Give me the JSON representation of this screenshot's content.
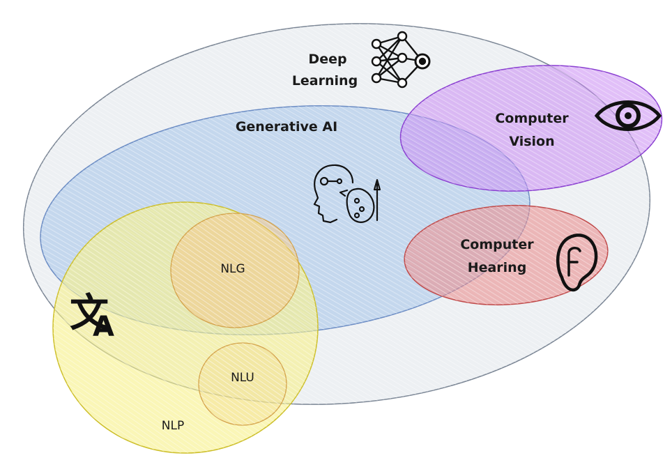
{
  "labels": {
    "deep_learning_line1": "Deep",
    "deep_learning_line2": "Learning",
    "generative_ai": "Generative AI",
    "computer_vision_line1": "Computer",
    "computer_vision_line2": "Vision",
    "computer_hearing_line1": "Computer",
    "computer_hearing_line2": "Hearing",
    "nlg": "NLG",
    "nlu": "NLU",
    "nlp": "NLP",
    "translate_glyph_1": "文",
    "translate_glyph_2": "A"
  },
  "icons": {
    "deep_learning": "neural-network-icon",
    "generative_ai": "ai-head-palette-icon",
    "computer_vision": "eye-icon",
    "computer_hearing": "ear-icon",
    "nlp": "translate-icon"
  },
  "colors": {
    "deep_learning": "#dfe4ea",
    "generative_ai": "#a9c6ea",
    "computer_vision": "#c98af2",
    "computer_hearing": "#ea8f8f",
    "nlp": "#f7f08a",
    "nlg": "#f2c98a",
    "nlu": "#f2d88a"
  }
}
